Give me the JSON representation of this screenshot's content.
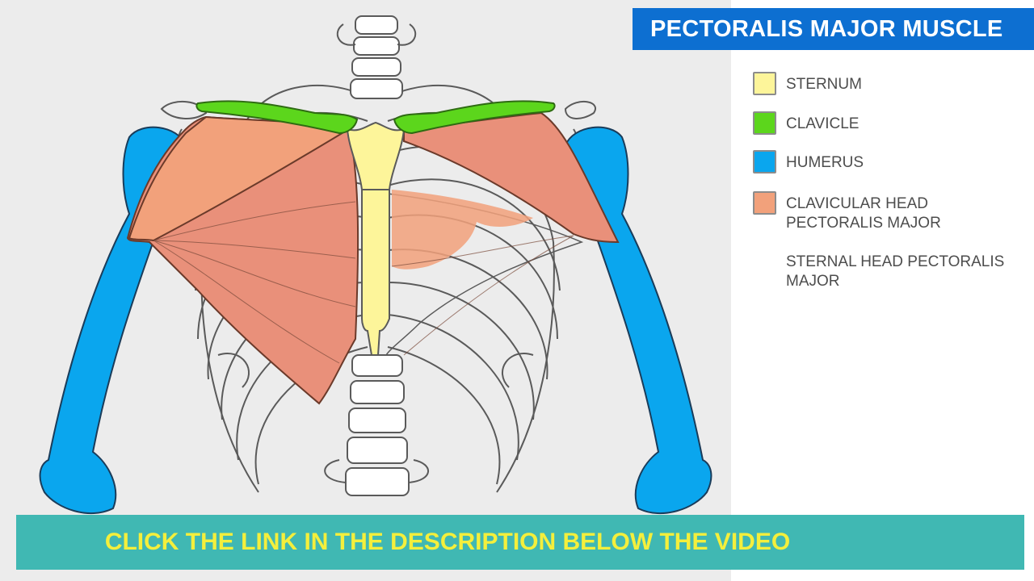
{
  "title": "PECTORALIS MAJOR MUSCLE",
  "legend": [
    {
      "label": "STERNUM",
      "color": "#fdf59a"
    },
    {
      "label": "CLAVICLE",
      "color": "#5cd61c"
    },
    {
      "label": "HUMERUS",
      "color": "#0aa6ee"
    },
    {
      "label": "CLAVICULAR HEAD PECTORALIS MAJOR",
      "color": "#f2a17b"
    },
    {
      "label": "STERNAL HEAD PECTORALIS MAJOR",
      "color": ""
    }
  ],
  "banner": "CLICK THE LINK IN THE DESCRIPTION BELOW THE VIDEO",
  "colors": {
    "title_bg": "#0d6fd1",
    "banner_bg": "#40b8b3",
    "banner_text": "#f4ef3c",
    "muscle": "#e9907a",
    "bone_outline": "#555555"
  }
}
